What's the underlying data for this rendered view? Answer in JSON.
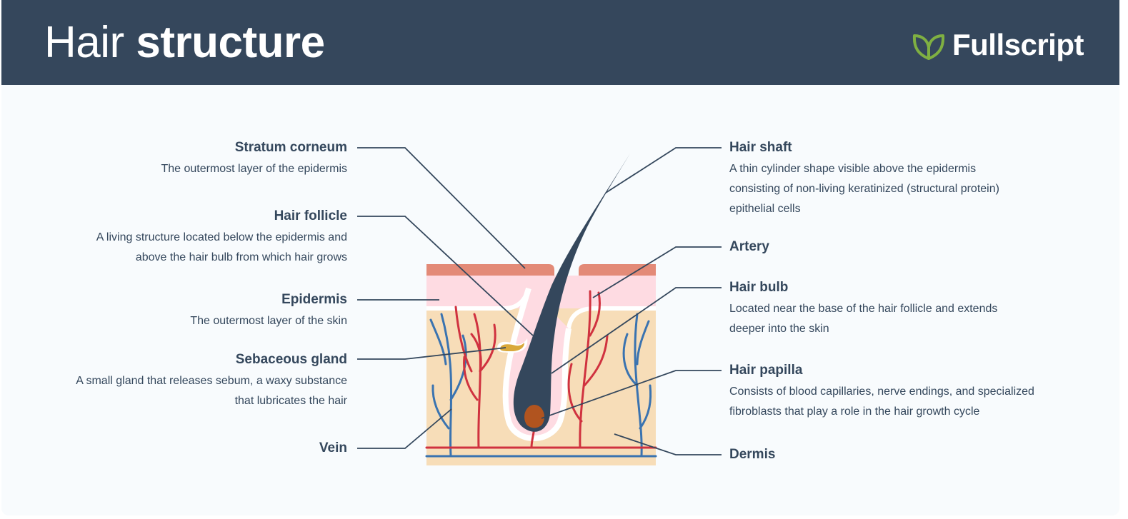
{
  "header": {
    "title_light": "Hair",
    "title_bold": "structure",
    "brand": "Fullscript"
  },
  "colors": {
    "header_bg": "#35475c",
    "brand_leaf": "#7fb042",
    "stratum": "#e38a77",
    "epidermis": "#fedbe2",
    "dermis": "#f7ddb8",
    "hair": "#34475c",
    "papilla": "#b1541f",
    "gland": "#d9a83a",
    "artery": "#d0323f",
    "vein": "#3a73b0",
    "leader": "#34475c"
  },
  "labels": {
    "stratum_corneum": {
      "title": "Stratum corneum",
      "desc": [
        "The outermost layer of the epidermis"
      ]
    },
    "hair_follicle": {
      "title": "Hair follicle",
      "desc": [
        "A living structure located below the epidermis and",
        "above the hair bulb from which hair grows"
      ]
    },
    "epidermis": {
      "title": "Epidermis",
      "desc": [
        "The outermost layer of the skin"
      ]
    },
    "sebaceous_gland": {
      "title": "Sebaceous gland",
      "desc": [
        "A small gland that releases sebum, a waxy substance",
        "that lubricates the hair"
      ]
    },
    "vein": {
      "title": "Vein",
      "desc": []
    },
    "hair_shaft": {
      "title": "Hair shaft",
      "desc": [
        "A thin cylinder shape visible above the epidermis",
        "consisting of non-living keratinized (structural protein)",
        "epithelial cells"
      ]
    },
    "artery": {
      "title": "Artery",
      "desc": []
    },
    "hair_bulb": {
      "title": "Hair bulb",
      "desc": [
        "Located near the base of the hair follicle and extends",
        "deeper into the skin"
      ]
    },
    "hair_papilla": {
      "title": "Hair papilla",
      "desc": [
        "Consists of blood capillaries, nerve endings, and specialized",
        "fibroblasts that play a role in the hair growth cycle"
      ]
    },
    "dermis": {
      "title": "Dermis",
      "desc": []
    }
  }
}
